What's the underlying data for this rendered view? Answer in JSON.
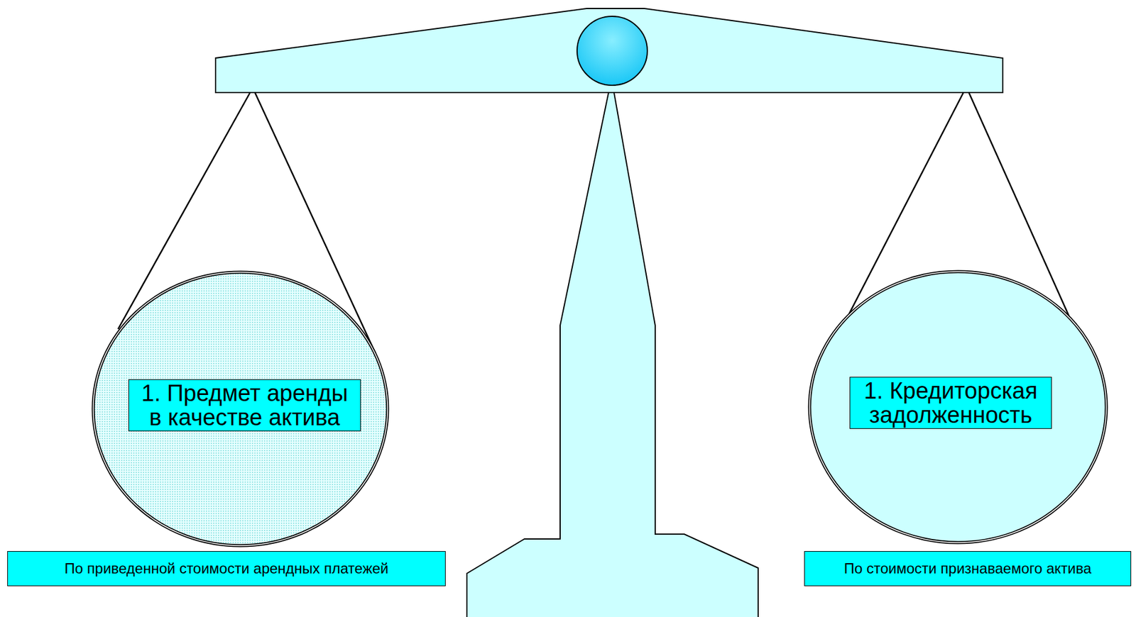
{
  "diagram": {
    "nodes": [
      {
        "text": [
          "1. Предмет аренды в качестве актива"
        ]
      },
      {
        "text": [
          "1. Кредиторская задолженность"
        ]
      },
      {
        "text": [
          "По приведенной стоимости арендных платежей"
        ]
      },
      {
        "text": [
          "По стоимости признаваемого актива"
        ]
      }
    ]
  }
}
